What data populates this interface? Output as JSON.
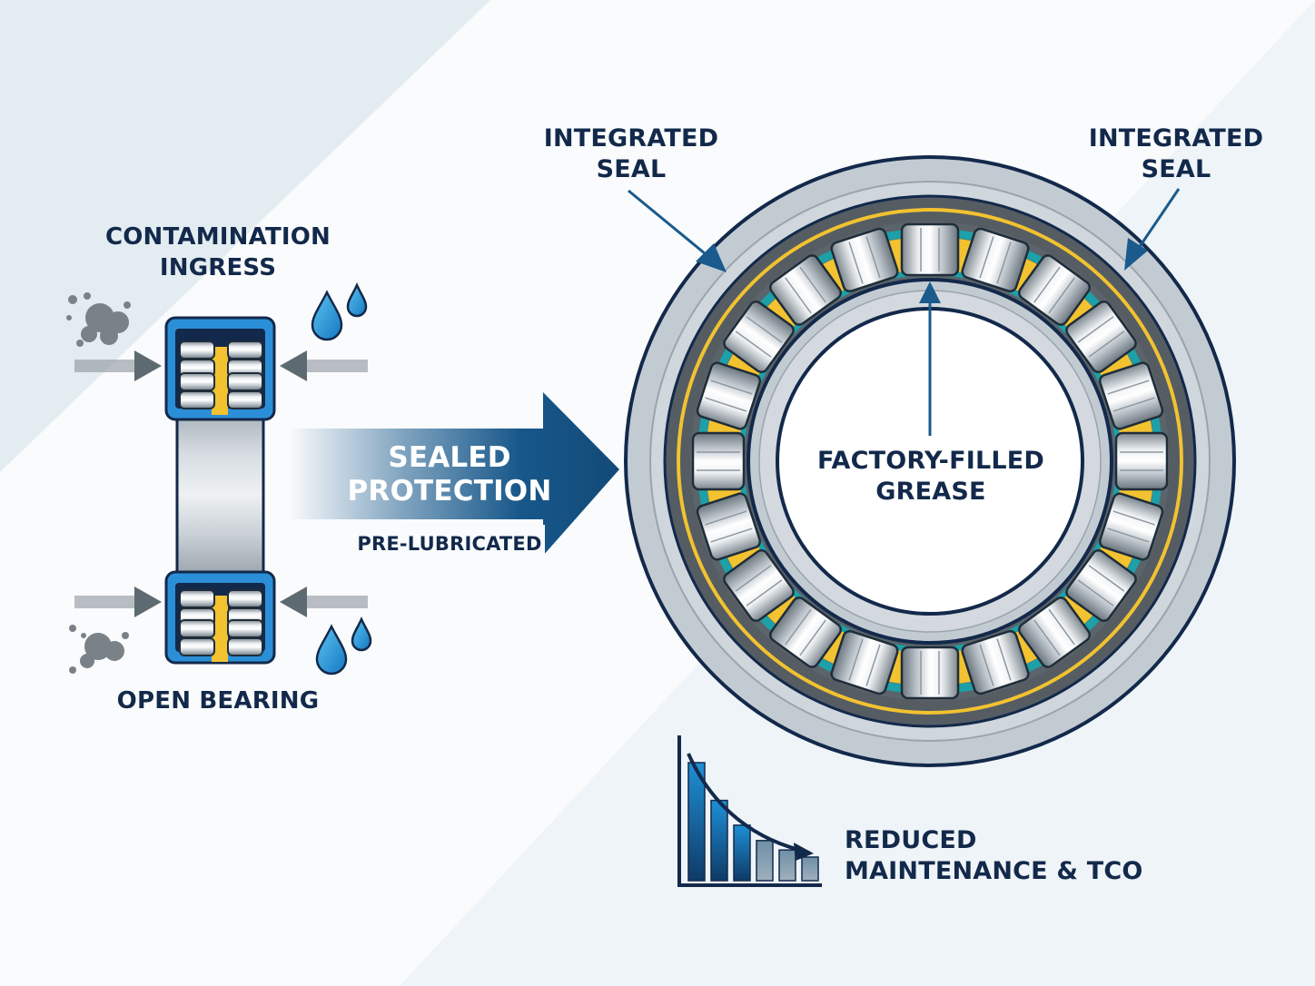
{
  "labels": {
    "integrated_seal_left": [
      "INTEGRATED",
      "SEAL"
    ],
    "integrated_seal_right": [
      "INTEGRATED",
      "SEAL"
    ],
    "contamination": [
      "CONTAMINATION",
      "INGRESS"
    ],
    "open_bearing": "OPEN BEARING",
    "sealed_protection": [
      "SEALED",
      "PROTECTION"
    ],
    "pre_lubricated": "PRE-LUBRICATED",
    "factory_grease": [
      "FACTORY-FILLED",
      "GREASE"
    ],
    "reduced_maintenance": [
      "REDUCED",
      "MAINTENANCE & TCO"
    ]
  },
  "icons": {
    "dust": "dust-particles-icon",
    "water": "water-drop-icon",
    "trend": "declining-bar-chart-icon"
  },
  "colors": {
    "navy": "#13294b",
    "blue": "#1a5a8c",
    "accent_blue": "#2a8ed6",
    "grease_yellow": "#f2c230",
    "steel": "#c3cbd2",
    "background": "#eef4f7"
  },
  "maintenance_trend": {
    "values": [
      100,
      68,
      47,
      34,
      26,
      20
    ],
    "direction": "decreasing"
  }
}
